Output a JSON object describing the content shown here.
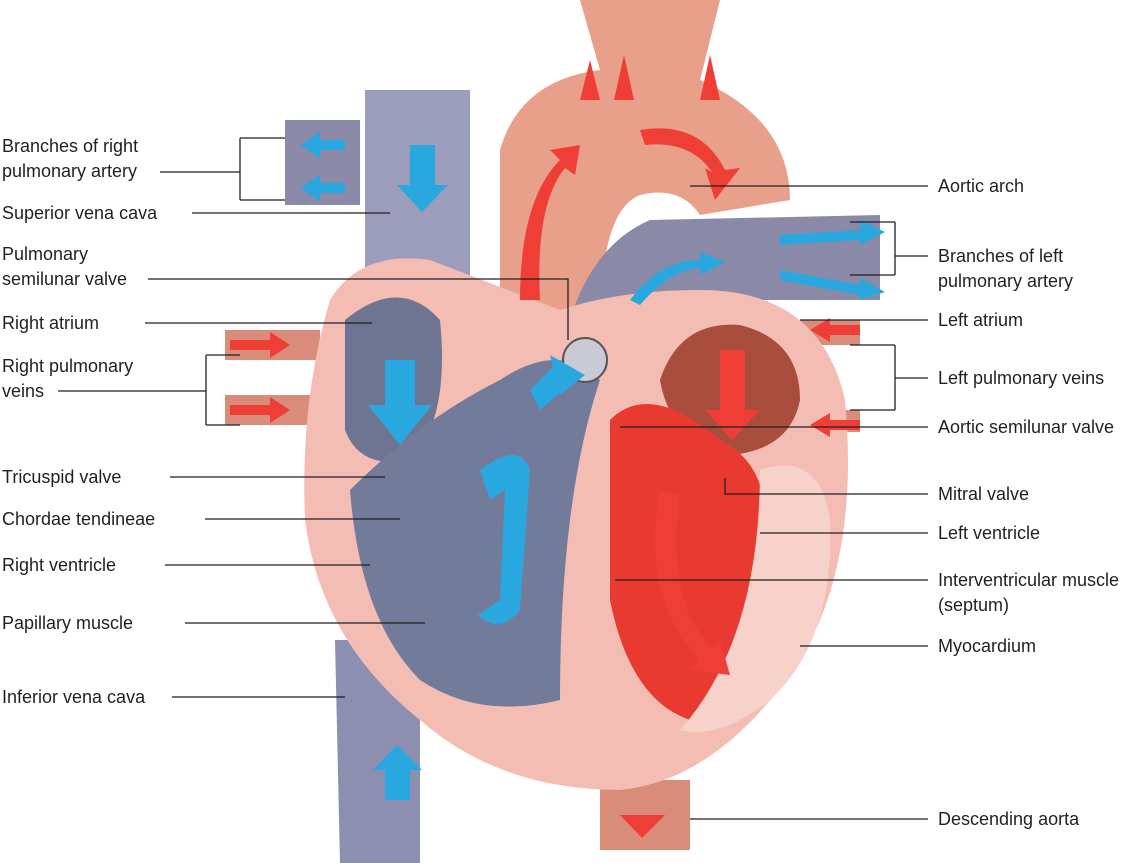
{
  "left_labels": {
    "right_pulmonary_artery": [
      "Branches of right",
      "pulmonary artery"
    ],
    "superior_vena_cava": "Superior vena cava",
    "pulmonary_semilunar_valve": [
      "Pulmonary",
      "semilunar valve"
    ],
    "right_atrium": "Right atrium",
    "right_pulmonary_veins": [
      "Right pulmonary",
      "veins"
    ],
    "tricuspid_valve": "Tricuspid valve",
    "chordae_tendineae": "Chordae tendineae",
    "right_ventricle": "Right ventricle",
    "papillary_muscle": "Papillary muscle",
    "inferior_vena_cava": "Inferior vena cava"
  },
  "right_labels": {
    "aortic_arch": "Aortic arch",
    "left_pulmonary_artery": [
      "Branches of left",
      "pulmonary artery"
    ],
    "left_atrium": "Left atrium",
    "left_pulmonary_veins": "Left pulmonary veins",
    "aortic_semilunar_valve": "Aortic semilunar valve",
    "mitral_valve": "Mitral valve",
    "left_ventricle": "Left ventricle",
    "septum": [
      "Interventricular muscle",
      "(septum)"
    ],
    "myocardium": "Myocardium",
    "descending_aorta": "Descending aorta"
  },
  "colors": {
    "deoxygenated_arrow": "#29a8e0",
    "oxygenated_arrow": "#ef3e36",
    "vein": "#8a8aa8",
    "aorta": "#e9a08a",
    "myocardium": "#f3bdb3"
  }
}
